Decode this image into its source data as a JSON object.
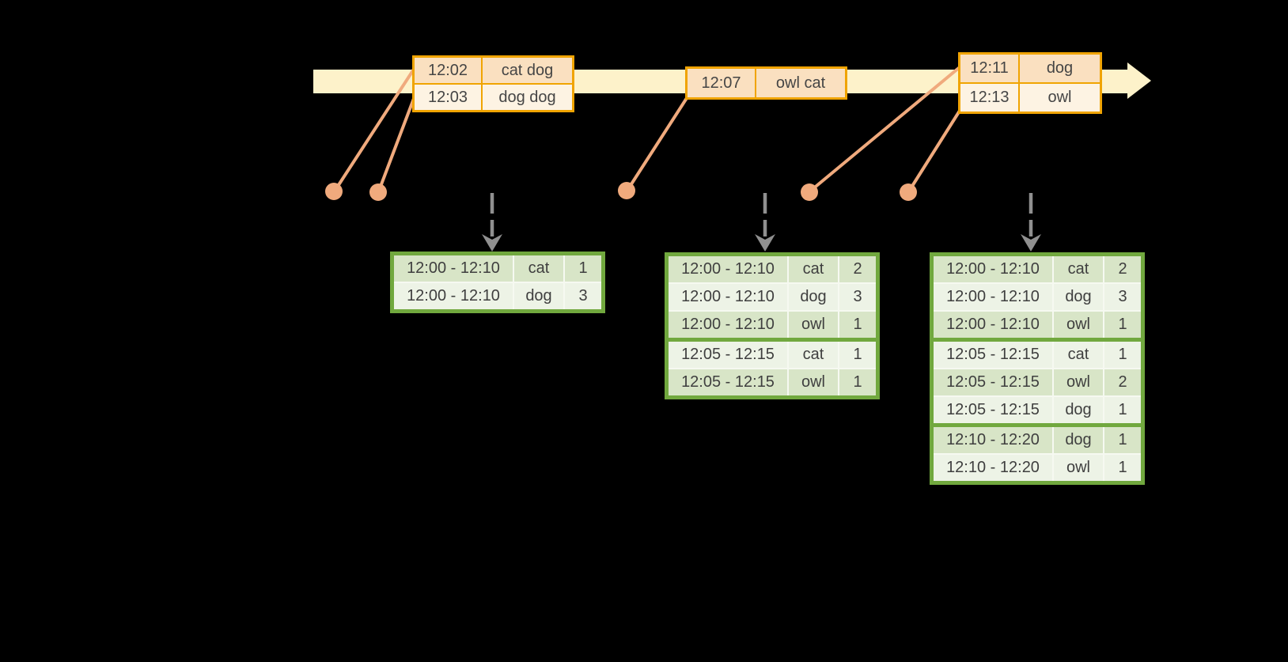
{
  "diagram": "streaming-windowed-word-count",
  "colors": {
    "background": "#000000",
    "stream_band": "#fdf2ca",
    "event_box_border": "#f0a402",
    "event_fill_dark": "#fae0c0",
    "event_fill_light": "#fdf3e3",
    "connector_and_dots": "#f0aa7d",
    "trigger_arrow": "#909090",
    "table_border": "#71a83e",
    "table_row_dark": "#d8e5c7",
    "table_row_light": "#edf3e6",
    "cell_divider": "#f6f9f1",
    "text": "#3f3f3f"
  },
  "stream": {
    "events": [
      {
        "time": "12:02",
        "words": "cat dog"
      },
      {
        "time": "12:03",
        "words": "dog dog"
      },
      {
        "time": "12:07",
        "words": "owl cat"
      },
      {
        "time": "12:11",
        "words": "dog"
      },
      {
        "time": "12:13",
        "words": "owl"
      }
    ]
  },
  "result_tables": [
    {
      "rows": [
        {
          "window": "12:00 - 12:10",
          "word": "cat",
          "count": "1"
        },
        {
          "window": "12:00 - 12:10",
          "word": "dog",
          "count": "3"
        }
      ]
    },
    {
      "rows": [
        {
          "window": "12:00 - 12:10",
          "word": "cat",
          "count": "2"
        },
        {
          "window": "12:00 - 12:10",
          "word": "dog",
          "count": "3"
        },
        {
          "window": "12:00 - 12:10",
          "word": "owl",
          "count": "1"
        },
        {
          "window": "12:05 - 12:15",
          "word": "cat",
          "count": "1"
        },
        {
          "window": "12:05 - 12:15",
          "word": "owl",
          "count": "1"
        }
      ]
    },
    {
      "rows": [
        {
          "window": "12:00 - 12:10",
          "word": "cat",
          "count": "2"
        },
        {
          "window": "12:00 - 12:10",
          "word": "dog",
          "count": "3"
        },
        {
          "window": "12:00 - 12:10",
          "word": "owl",
          "count": "1"
        },
        {
          "window": "12:05 - 12:15",
          "word": "cat",
          "count": "1"
        },
        {
          "window": "12:05 - 12:15",
          "word": "owl",
          "count": "2"
        },
        {
          "window": "12:05 - 12:15",
          "word": "dog",
          "count": "1"
        },
        {
          "window": "12:10 - 12:20",
          "word": "dog",
          "count": "1"
        },
        {
          "window": "12:10 - 12:20",
          "word": "owl",
          "count": "1"
        }
      ]
    }
  ]
}
